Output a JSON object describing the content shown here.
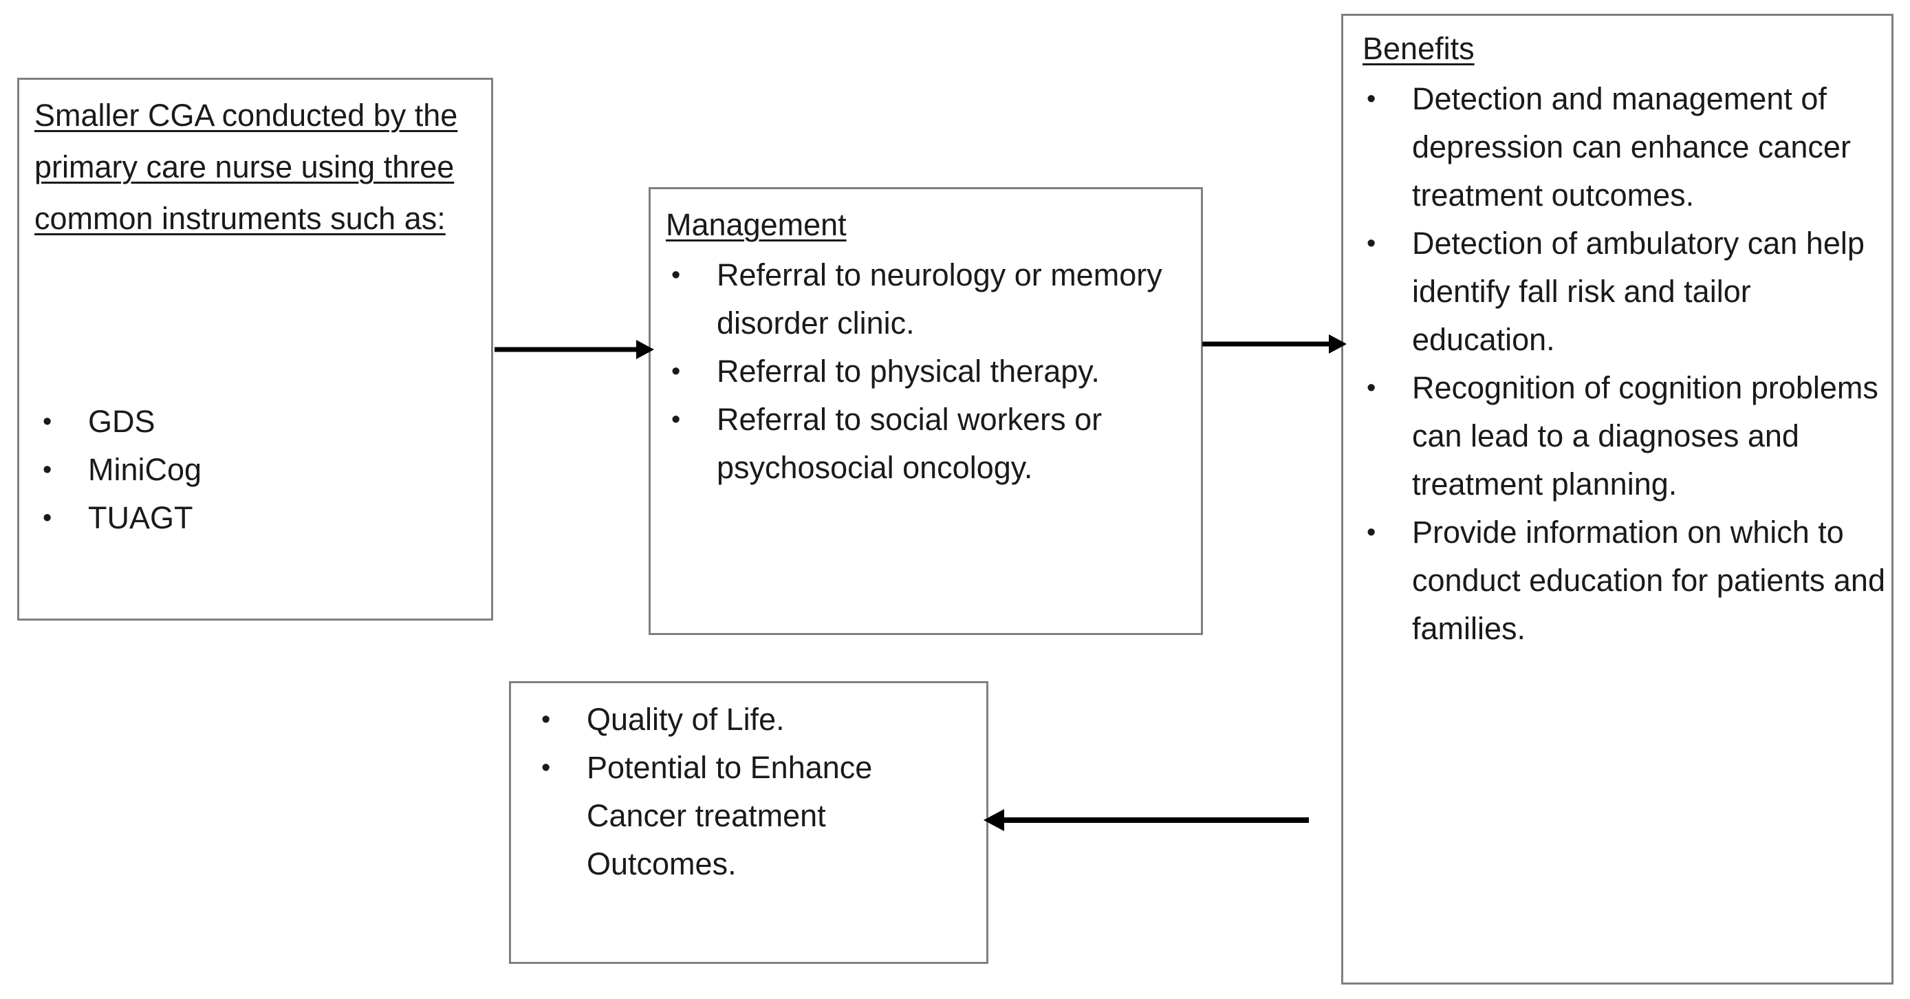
{
  "diagram": {
    "title": "CGA workflow flowchart",
    "background_color": "#ffffff",
    "box_border_color": "#808080",
    "text_color": "#1a1a1a",
    "arrow_color": "#000000",
    "boxes": {
      "cga": {
        "heading": "Smaller CGA conducted by the primary care nurse using three common instruments such as:",
        "bullets": [
          "GDS",
          "MiniCog",
          "TUAGT"
        ]
      },
      "management": {
        "heading": "Management",
        "bullets": [
          "Referral to neurology or memory disorder clinic.",
          "Referral to physical therapy.",
          "Referral to social workers or psychosocial oncology."
        ]
      },
      "benefits": {
        "heading": "Benefits",
        "bullets": [
          "Detection and management of depression can enhance cancer treatment outcomes.",
          "Detection of ambulatory can help identify fall risk and tailor education.",
          "Recognition of cognition problems can lead to a diagnoses  and treatment planning.",
          "Provide information on which to conduct education for patients and families."
        ]
      },
      "outcomes": {
        "bullets": [
          "Quality of Life.",
          "Potential to Enhance Cancer treatment Outcomes."
        ]
      }
    },
    "arrows": [
      {
        "name": "cga-to-management",
        "direction": "right"
      },
      {
        "name": "management-to-benefits",
        "direction": "right"
      },
      {
        "name": "benefits-to-outcomes",
        "direction": "left"
      }
    ]
  }
}
